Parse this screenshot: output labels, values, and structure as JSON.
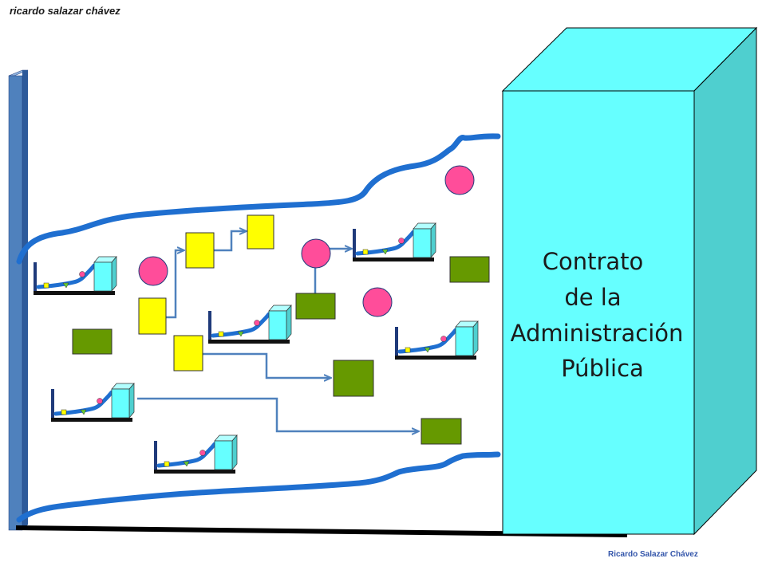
{
  "header": {
    "author": "ricardo salazar chávez"
  },
  "footer": {
    "author": "Ricardo Salazar Chávez"
  },
  "building": {
    "lines": [
      "Contrato",
      "de la",
      "Administración",
      "Pública"
    ]
  },
  "colors": {
    "pillar": "#4f81bd",
    "stream": "#1f6fd0",
    "building_front": "#66ffff",
    "building_top": "#66ffff",
    "building_side": "#4fcfcf",
    "yellow_doc": "#ffff00",
    "green_block": "#669900",
    "pink_circle": "#ff4d9a",
    "arrow": "#4f81bd",
    "floor": "#000000"
  }
}
